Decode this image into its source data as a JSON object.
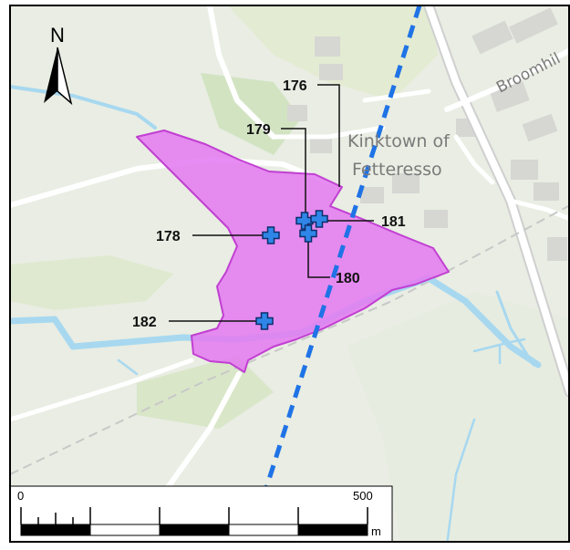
{
  "map": {
    "north_label": "N",
    "place_name_line1": "Kinktown of",
    "place_name_line2": "Fetteresso",
    "road_name": "Broomhil",
    "colors": {
      "background": "#e9ede3",
      "green": "#cfe0bf",
      "road": "#ffffff",
      "building": "#d6d6d3",
      "water": "#a7d8f0",
      "site_fill": "#e47cf0",
      "site_stroke": "#c13fd2",
      "marker": "#2f86e8",
      "dashed_line": "#1f73e6",
      "frame": "#000000"
    }
  },
  "points": [
    {
      "id": "176",
      "label": "176"
    },
    {
      "id": "179",
      "label": "179"
    },
    {
      "id": "181",
      "label": "181"
    },
    {
      "id": "178",
      "label": "178"
    },
    {
      "id": "180",
      "label": "180"
    },
    {
      "id": "182",
      "label": "182"
    }
  ],
  "scalebar": {
    "start_label": "0",
    "end_label": "500",
    "unit": "m"
  }
}
